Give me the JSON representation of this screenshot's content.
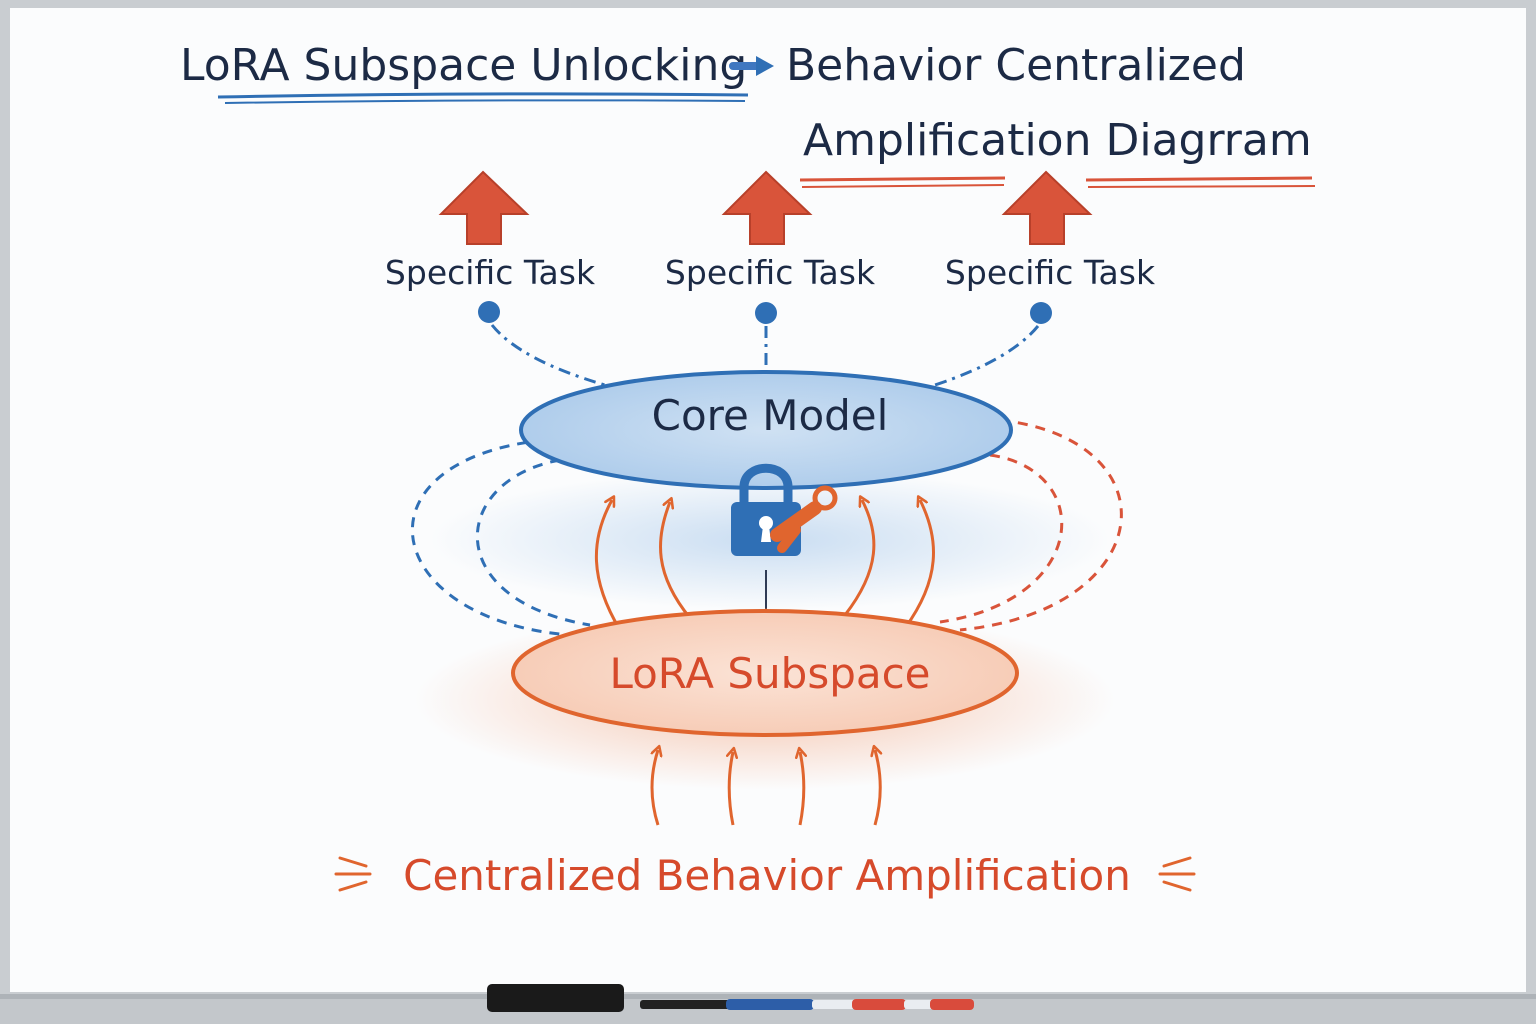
{
  "title": {
    "line1_left": "LoRA Subspace Unlocking",
    "line1_right": "Behavior Centralized",
    "line2": "Amplification Diagrram"
  },
  "tasks": [
    {
      "label": "Specific Task"
    },
    {
      "label": "Specific Task"
    },
    {
      "label": "Specific Task"
    }
  ],
  "core": {
    "label": "Core Model"
  },
  "lora": {
    "label": "LoRA Subspace"
  },
  "footer": {
    "label": "Centralized Behavior Amplification"
  },
  "colors": {
    "blue": "#2f6fb5",
    "navy": "#1c2a45",
    "orange": "#e0652e",
    "red_arrow": "#d9543a",
    "board": "#fbfcfd"
  },
  "icons": {
    "lock": "padlock-icon",
    "key": "key-icon"
  },
  "tray": {
    "items": [
      "eraser",
      "black-marker",
      "blue-marker",
      "red-marker"
    ]
  }
}
